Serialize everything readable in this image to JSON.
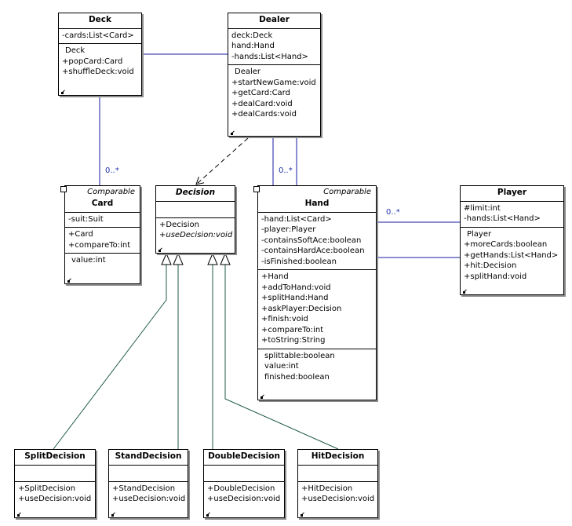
{
  "classes": {
    "deck": {
      "name": "Deck",
      "fields": [
        "-cards:List<Card>"
      ],
      "ctor": "Deck",
      "methods": [
        "+popCard:Card",
        "+shuffleDeck:void"
      ]
    },
    "dealer": {
      "name": "Dealer",
      "fields": [
        "deck:Deck",
        "hand:Hand",
        "-hands:List<Hand>"
      ],
      "ctor": "Dealer",
      "methods": [
        "+startNewGame:void",
        "+getCard:Card",
        "+dealCard:void",
        "+dealCards:void"
      ]
    },
    "card": {
      "name": "Card",
      "stereotype": "Comparable",
      "fields": [
        "-suit:Suit"
      ],
      "methods": [
        "+Card",
        "+compareTo:int"
      ],
      "properties": [
        "value:int"
      ]
    },
    "decision": {
      "name": "Decision",
      "methods": [
        "+Decision"
      ],
      "abstract_methods": [
        "+useDecision:void"
      ]
    },
    "hand": {
      "name": "Hand",
      "stereotype": "Comparable",
      "fields": [
        "-hand:List<Card>",
        "-player:Player",
        "-containsSoftAce:boolean",
        "-containsHardAce:boolean",
        "-isFinished:boolean"
      ],
      "methods": [
        "+Hand",
        "+addToHand:void",
        "+splitHand:Hand",
        "+askPlayer:Decision",
        "+finish:void",
        "+compareTo:int",
        "+toString:String"
      ],
      "properties": [
        "splittable:boolean",
        "value:int",
        "finished:boolean"
      ]
    },
    "player": {
      "name": "Player",
      "fields": [
        "#limit:int",
        "-hands:List<Hand>"
      ],
      "ctor": "Player",
      "methods": [
        "+moreCards:boolean",
        "+getHands:List<Hand>",
        "+hit:Decision",
        "+splitHand:void"
      ]
    },
    "split_decision": {
      "name": "SplitDecision",
      "methods": [
        "+SplitDecision",
        "+useDecision:void"
      ]
    },
    "stand_decision": {
      "name": "StandDecision",
      "methods": [
        "+StandDecision",
        "+useDecision:void"
      ]
    },
    "double_decision": {
      "name": "DoubleDecision",
      "methods": [
        "+DoubleDecision",
        "+useDecision:void"
      ]
    },
    "hit_decision": {
      "name": "HitDecision",
      "methods": [
        "+HitDecision",
        "+useDecision:void"
      ]
    }
  },
  "multiplicities": {
    "deck_card": "0..*",
    "dealer_hand": "0..*",
    "player_hand": "0..*"
  },
  "colors": {
    "association": "#1a1aa0",
    "generalization": "#1e5a46",
    "dependency": "#000000",
    "multiplicity_text": "#2233aa"
  }
}
